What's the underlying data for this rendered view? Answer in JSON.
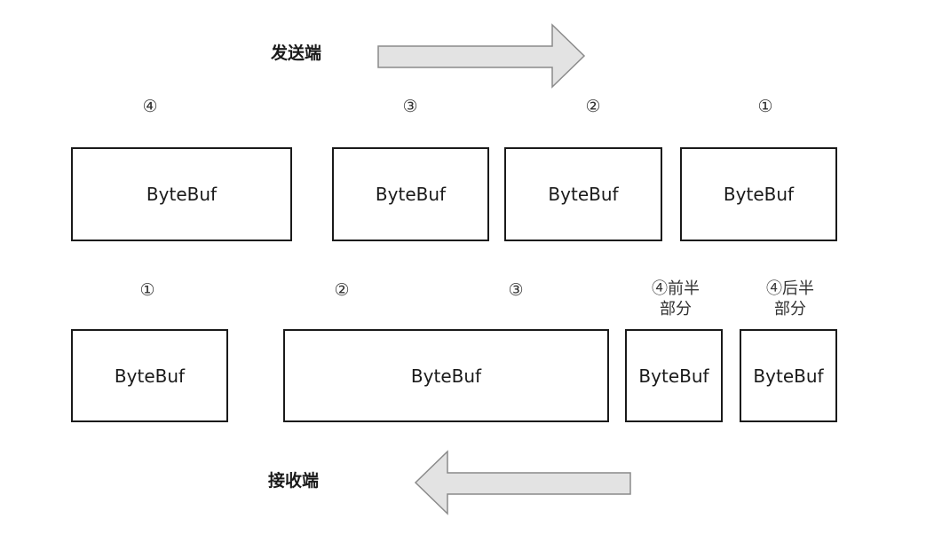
{
  "sender": {
    "label": "发送端",
    "blocks": [
      {
        "num": "④",
        "text": "ByteBuf"
      },
      {
        "num": "③",
        "text": "ByteBuf"
      },
      {
        "num": "②",
        "text": "ByteBuf"
      },
      {
        "num": "①",
        "text": "ByteBuf"
      }
    ]
  },
  "receiver": {
    "label": "接收端",
    "numbers": [
      "①",
      "②",
      "③"
    ],
    "blocks": [
      {
        "text": "ByteBuf"
      },
      {
        "text": "ByteBuf"
      },
      {
        "num_line1": "④前半",
        "num_line2": "部分",
        "text": "ByteBuf"
      },
      {
        "num_line1": "④后半",
        "num_line2": "部分",
        "text": "ByteBuf"
      }
    ]
  },
  "colors": {
    "arrow_fill": "#e3e3e3",
    "arrow_stroke": "#8a8a8a",
    "box_border": "#1a1a1a"
  }
}
